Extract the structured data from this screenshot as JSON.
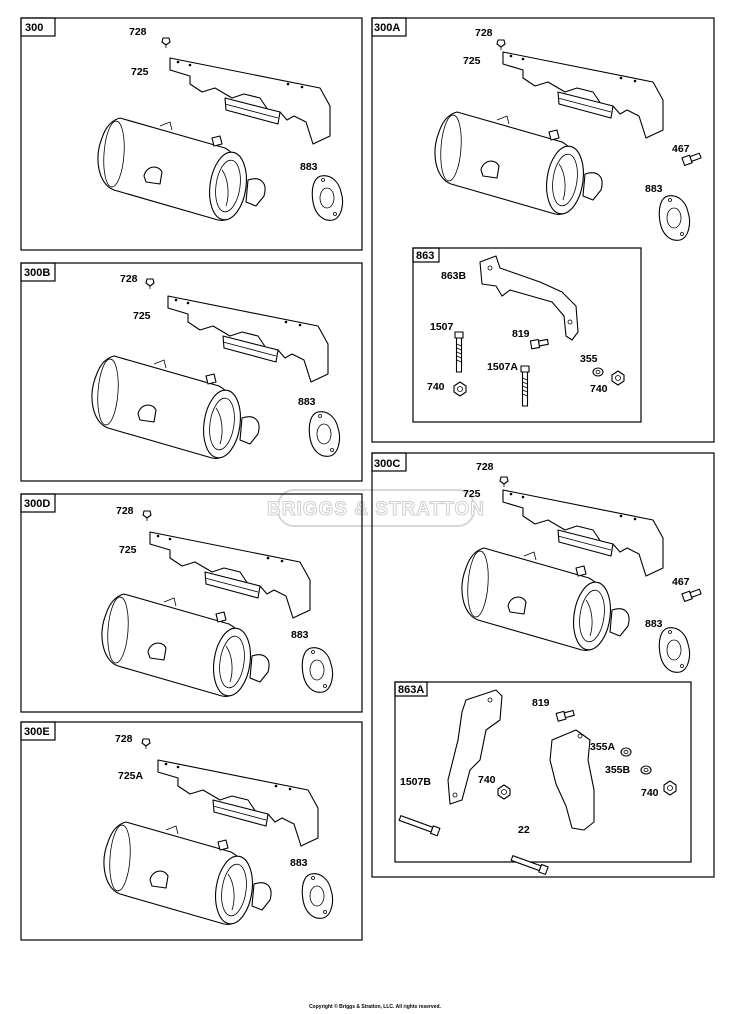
{
  "watermark": "BRIGGS & STRATTON",
  "footer": "Copyright © Briggs & Stratton, LLC. All rights reserved.",
  "panels": [
    {
      "id": "300",
      "parts": [
        "728",
        "725",
        "883"
      ]
    },
    {
      "id": "300A",
      "parts": [
        "728",
        "725",
        "467",
        "883"
      ]
    },
    {
      "id": "300B",
      "parts": [
        "728",
        "725",
        "883"
      ]
    },
    {
      "id": "300C",
      "parts": [
        "728",
        "725",
        "467",
        "883"
      ]
    },
    {
      "id": "300D",
      "parts": [
        "728",
        "725",
        "883"
      ]
    },
    {
      "id": "300E",
      "parts": [
        "728",
        "725A",
        "883"
      ]
    }
  ],
  "subpanels": [
    {
      "id": "863",
      "parts": [
        "863B",
        "1507",
        "819",
        "1507A",
        "355",
        "740",
        "740"
      ]
    },
    {
      "id": "863A",
      "parts": [
        "819",
        "355A",
        "1507B",
        "740",
        "355B",
        "740",
        "22"
      ]
    }
  ]
}
